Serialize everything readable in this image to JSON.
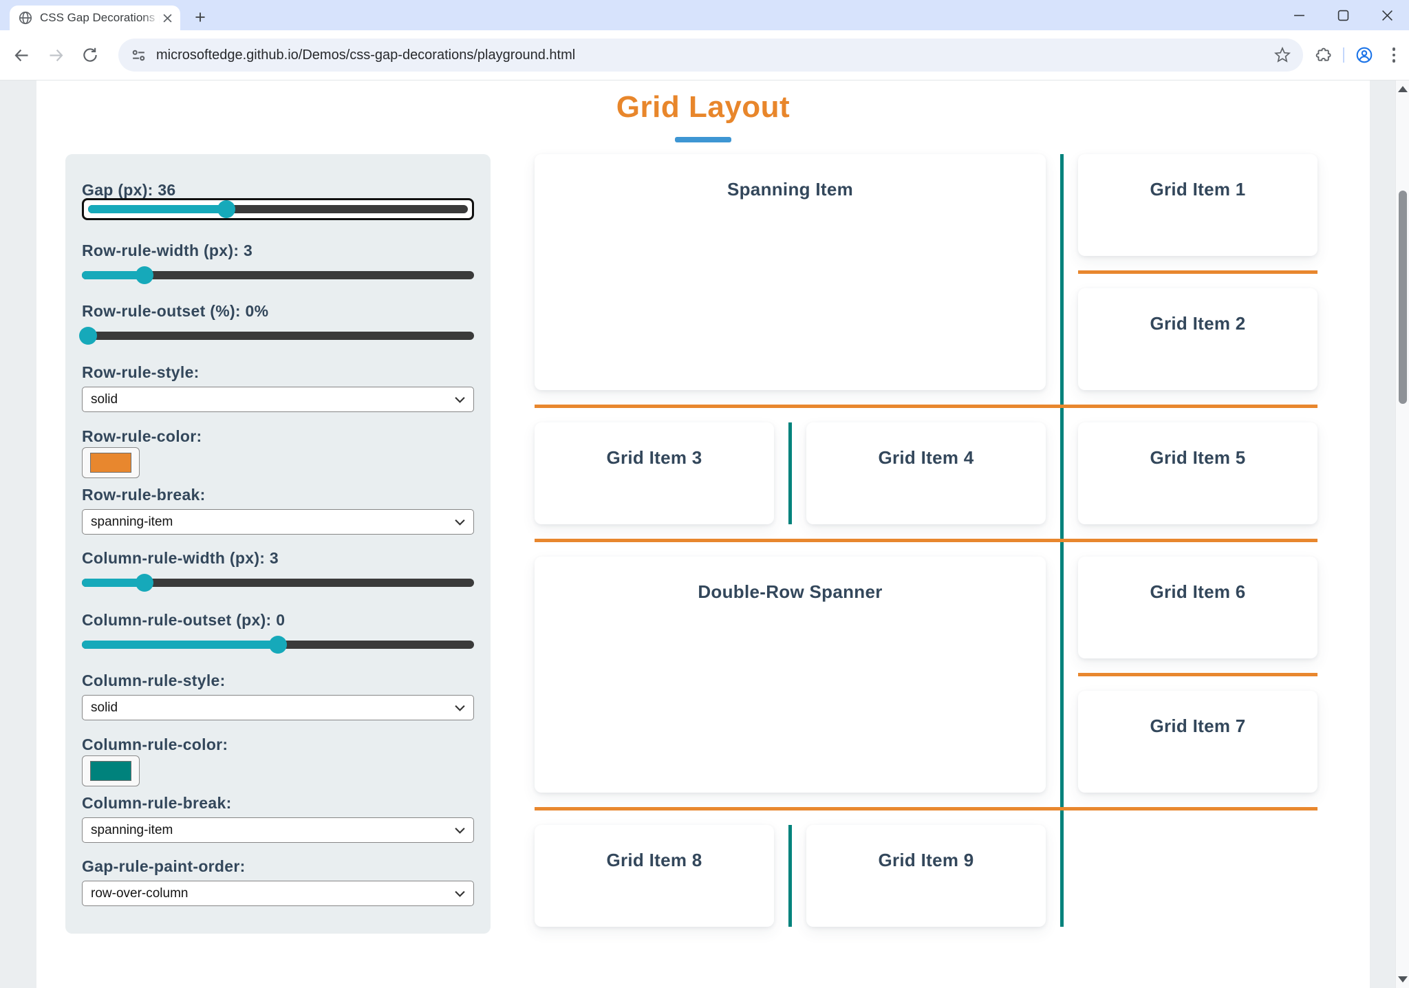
{
  "browser": {
    "tab_title": "CSS Gap Decorations playgroun",
    "url": "microsoftedge.github.io/Demos/css-gap-decorations/playground.html",
    "new_tab_label": "+",
    "icons": {
      "favicon": "globe-icon",
      "tab_close": "close-icon",
      "nav": [
        "back-arrow-icon",
        "forward-arrow-icon",
        "reload-icon"
      ],
      "omnibox": [
        "tune-site-info-icon",
        "bookmark-star-icon"
      ],
      "toolbar_right": [
        "extensions-puzzle-icon",
        "profile-avatar-icon",
        "kebab-menu-icon"
      ],
      "window_controls": [
        "minimize-icon",
        "maximize-icon",
        "close-icon"
      ]
    }
  },
  "colors": {
    "title_orange": "#e8862b",
    "underline_blue": "#3e96d3",
    "row_rule_orange": "#e8872e",
    "column_rule_teal": "#00827c",
    "slider_accent_teal": "#16a9ba",
    "slider_track": "#3a3a3a",
    "panel_bg": "#e9eef0",
    "label_text": "#33475b",
    "titlebar_bg": "#d7e3fc"
  },
  "page": {
    "title": "Grid Layout",
    "controls": [
      {
        "type": "slider",
        "label": "Gap (px): 36",
        "value": 36,
        "percent": "36.5%",
        "focused": true
      },
      {
        "type": "slider",
        "label": "Row-rule-width (px): 3",
        "value": 3,
        "percent": "16%",
        "focused": false
      },
      {
        "type": "slider",
        "label": "Row-rule-outset (%): 0%",
        "value": 0,
        "percent": "1.5%",
        "focused": false
      },
      {
        "type": "select",
        "label": "Row-rule-style:",
        "value": "solid"
      },
      {
        "type": "color",
        "label": "Row-rule-color:",
        "value": "#e8872e"
      },
      {
        "type": "select",
        "label": "Row-rule-break:",
        "value": "spanning-item"
      },
      {
        "type": "slider",
        "label": "Column-rule-width (px): 3",
        "value": 3,
        "percent": "16%",
        "focused": false
      },
      {
        "type": "slider",
        "label": "Column-rule-outset (px): 0",
        "value": 0,
        "percent": "50%",
        "focused": false
      },
      {
        "type": "select",
        "label": "Column-rule-style:",
        "value": "solid"
      },
      {
        "type": "color",
        "label": "Column-rule-color:",
        "value": "#00827c"
      },
      {
        "type": "select",
        "label": "Column-rule-break:",
        "value": "spanning-item"
      },
      {
        "type": "select",
        "label": "Gap-rule-paint-order:",
        "value": "row-over-column"
      }
    ],
    "grid": {
      "items": [
        "Spanning Item",
        "Grid Item 1",
        "Grid Item 2",
        "Grid Item 3",
        "Grid Item 4",
        "Grid Item 5",
        "Double-Row Spanner",
        "Grid Item 6",
        "Grid Item 7",
        "Grid Item 8",
        "Grid Item 9"
      ]
    }
  }
}
